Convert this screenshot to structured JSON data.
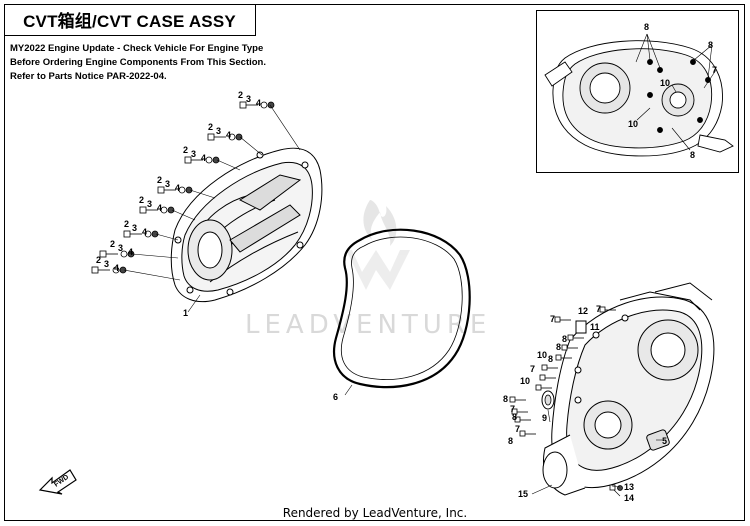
{
  "title": "CVT箱组/CVT CASE ASSY",
  "notice": [
    "MY2022 Engine Update - Check Vehicle For Engine Type",
    "Before Ordering Engine Components From This Section.",
    "Refer to Parts Notice PAR-2022-04."
  ],
  "watermark": "LEADVENTURE",
  "footer": "Rendered by LeadVenture, Inc.",
  "fwd_label": "FWD",
  "callouts": {
    "c1": "1",
    "c6": "6",
    "c15": "15",
    "c14": "14",
    "c13": "13",
    "c5": "5",
    "c9": "9",
    "c12": "12",
    "c11": "11",
    "c2": "2",
    "c3": "3",
    "c4": "4",
    "c7": "7",
    "c8": "8",
    "c10": "10"
  }
}
